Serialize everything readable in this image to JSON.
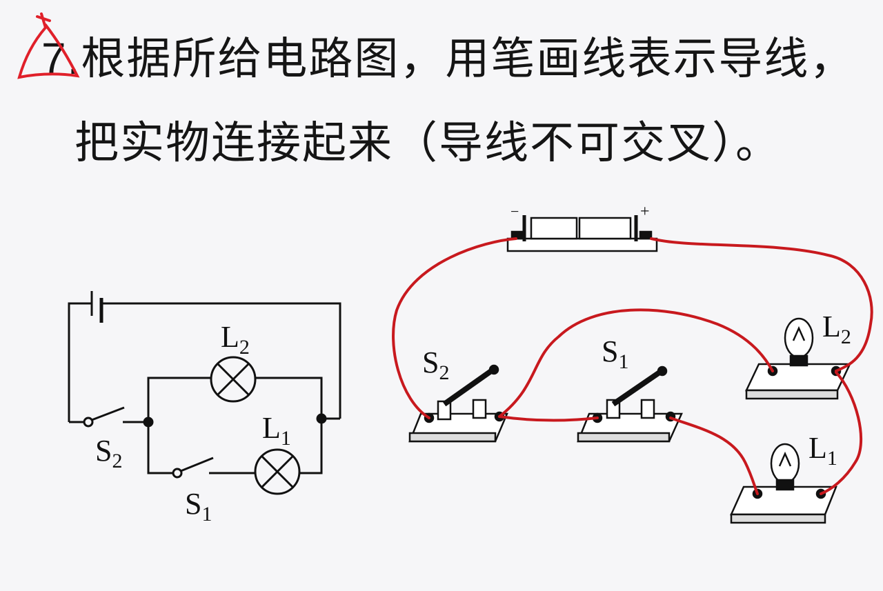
{
  "question": {
    "number": "7.",
    "line1": "根据所给电路图，用笔画线表示导线，",
    "line2": "把实物连接起来（导线不可交叉）。"
  },
  "schematic": {
    "labels": {
      "L2": "L",
      "L2_sub": "2",
      "L1": "L",
      "L1_sub": "1",
      "S2": "S",
      "S2_sub": "2",
      "S1": "S",
      "S1_sub": "1"
    }
  },
  "physical": {
    "battery_neg": "−",
    "battery_pos": "+",
    "labels": {
      "S2": "S",
      "S2_sub": "2",
      "S1": "S",
      "S1_sub": "1",
      "L2": "L",
      "L2_sub": "2",
      "L1": "L",
      "L1_sub": "1"
    }
  },
  "colors": {
    "ink": "#111111",
    "wire": "#c8191e",
    "mark": "#e0202a",
    "paper": "#f6f6f8"
  }
}
